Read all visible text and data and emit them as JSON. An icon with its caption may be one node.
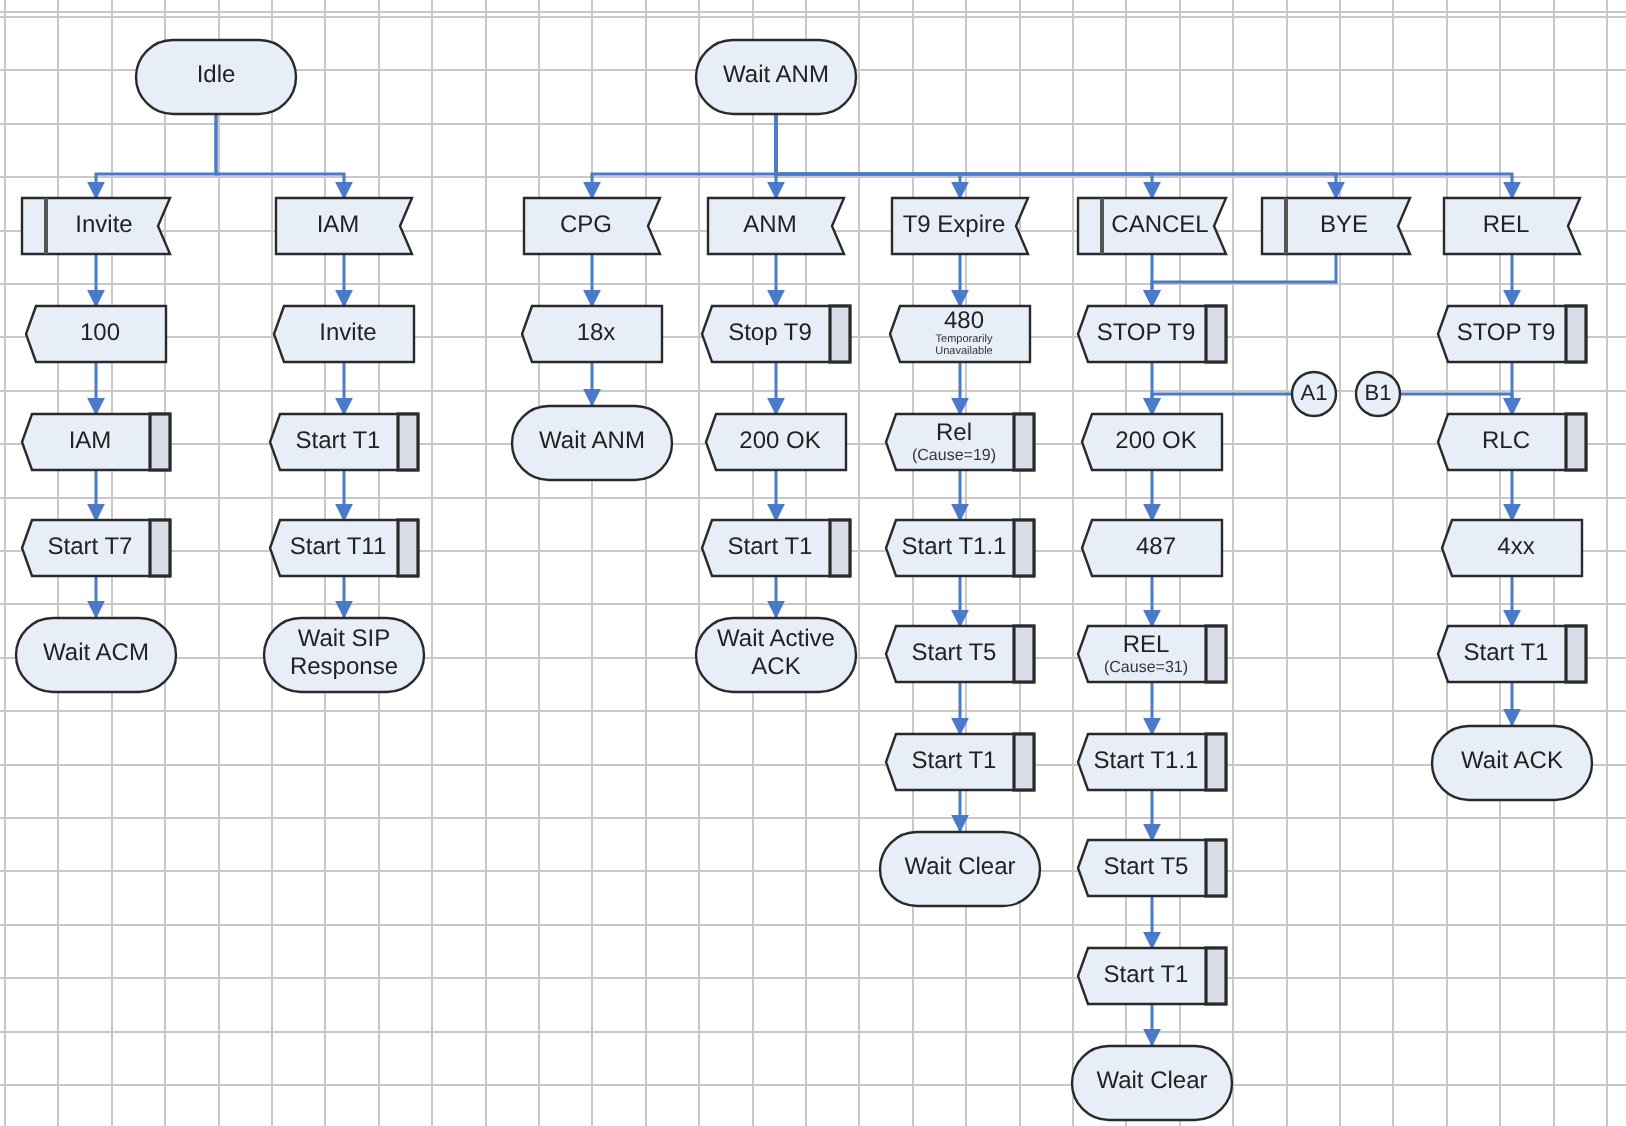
{
  "diagram": {
    "nodes": [
      {
        "text": [
          "Idle"
        ]
      },
      {
        "text": [
          "Wait ANM"
        ]
      },
      {
        "text": [
          "Invite"
        ]
      },
      {
        "text": [
          "IAM"
        ]
      },
      {
        "text": [
          "CPG"
        ]
      },
      {
        "text": [
          "ANM"
        ]
      },
      {
        "text": [
          "T9 Expire"
        ]
      },
      {
        "text": [
          "CANCEL"
        ]
      },
      {
        "text": [
          "BYE"
        ]
      },
      {
        "text": [
          "REL"
        ]
      },
      {
        "text": [
          "100"
        ]
      },
      {
        "text": [
          "Invite"
        ]
      },
      {
        "text": [
          "18x"
        ]
      },
      {
        "text": [
          "Stop T9"
        ]
      },
      {
        "text": [
          "480",
          "Temporarily Unavailable"
        ]
      },
      {
        "text": [
          "STOP T9"
        ]
      },
      {
        "text": [
          "STOP T9"
        ]
      },
      {
        "text": [
          "A1"
        ]
      },
      {
        "text": [
          "B1"
        ]
      },
      {
        "text": [
          "IAM"
        ]
      },
      {
        "text": [
          "Start T1"
        ]
      },
      {
        "text": [
          "Wait ANM"
        ]
      },
      {
        "text": [
          "200 OK"
        ]
      },
      {
        "text": [
          "Rel",
          "(Cause=19)"
        ]
      },
      {
        "text": [
          "200 OK"
        ]
      },
      {
        "text": [
          "RLC"
        ]
      },
      {
        "text": [
          "Start T7"
        ]
      },
      {
        "text": [
          "Start T11"
        ]
      },
      {
        "text": [
          "Start T1"
        ]
      },
      {
        "text": [
          "Start T1.1"
        ]
      },
      {
        "text": [
          "487"
        ]
      },
      {
        "text": [
          "4xx"
        ]
      },
      {
        "text": [
          "Wait ACM"
        ]
      },
      {
        "text": [
          "Wait SIP Response"
        ]
      },
      {
        "text": [
          "Wait Active ACK"
        ]
      },
      {
        "text": [
          "Start T5"
        ]
      },
      {
        "text": [
          "REL",
          "(Cause=31)"
        ]
      },
      {
        "text": [
          "Start T1"
        ]
      },
      {
        "text": [
          "Start T1"
        ]
      },
      {
        "text": [
          "Start T1.1"
        ]
      },
      {
        "text": [
          "Wait ACK"
        ]
      },
      {
        "text": [
          "Wait Clear"
        ]
      },
      {
        "text": [
          "Start T5"
        ]
      },
      {
        "text": [
          "Start T1"
        ]
      },
      {
        "text": [
          "Wait Clear"
        ]
      }
    ],
    "edges": [
      {
        "from": 0,
        "to": 2,
        "arrow": "to"
      },
      {
        "from": 0,
        "to": 3,
        "arrow": "to"
      },
      {
        "from": 1,
        "to": 4,
        "arrow": "to"
      },
      {
        "from": 1,
        "to": 5,
        "arrow": "to"
      },
      {
        "from": 1,
        "to": 6,
        "arrow": "to"
      },
      {
        "from": 1,
        "to": 7,
        "arrow": "to"
      },
      {
        "from": 1,
        "to": 8,
        "arrow": "to"
      },
      {
        "from": 1,
        "to": 9,
        "arrow": "to"
      },
      {
        "from": 2,
        "to": 10,
        "arrow": "to"
      },
      {
        "from": 10,
        "to": 19,
        "arrow": "to"
      },
      {
        "from": 19,
        "to": 26,
        "arrow": "to"
      },
      {
        "from": 26,
        "to": 32,
        "arrow": "to"
      },
      {
        "from": 3,
        "to": 11,
        "arrow": "to"
      },
      {
        "from": 11,
        "to": 20,
        "arrow": "to"
      },
      {
        "from": 20,
        "to": 27,
        "arrow": "to"
      },
      {
        "from": 27,
        "to": 33,
        "arrow": "to"
      },
      {
        "from": 4,
        "to": 12,
        "arrow": "to"
      },
      {
        "from": 12,
        "to": 21,
        "arrow": "to"
      },
      {
        "from": 5,
        "to": 13,
        "arrow": "to"
      },
      {
        "from": 13,
        "to": 22,
        "arrow": "to"
      },
      {
        "from": 22,
        "to": 28,
        "arrow": "to"
      },
      {
        "from": 28,
        "to": 34,
        "arrow": "to"
      },
      {
        "from": 6,
        "to": 14,
        "arrow": "to"
      },
      {
        "from": 14,
        "to": 23,
        "arrow": "to"
      },
      {
        "from": 23,
        "to": 29,
        "arrow": "to"
      },
      {
        "from": 29,
        "to": 35,
        "arrow": "to"
      },
      {
        "from": 35,
        "to": 38,
        "arrow": "to"
      },
      {
        "from": 38,
        "to": 41,
        "arrow": "to"
      },
      {
        "from": 7,
        "to": 15,
        "arrow": "to"
      },
      {
        "from": 8,
        "to": 15,
        "arrow": "to"
      },
      {
        "from": 15,
        "to": 24,
        "arrow": "to"
      },
      {
        "from": 17,
        "to": 24,
        "arrow": "to"
      },
      {
        "from": 24,
        "to": 30,
        "arrow": "to"
      },
      {
        "from": 30,
        "to": 36,
        "arrow": "to"
      },
      {
        "from": 36,
        "to": 39,
        "arrow": "to"
      },
      {
        "from": 39,
        "to": 42,
        "arrow": "to"
      },
      {
        "from": 42,
        "to": 43,
        "arrow": "to"
      },
      {
        "from": 43,
        "to": 44,
        "arrow": "to"
      },
      {
        "from": 9,
        "to": 16,
        "arrow": "to"
      },
      {
        "from": 16,
        "to": 25,
        "arrow": "to"
      },
      {
        "from": 18,
        "to": 25,
        "arrow": "to"
      },
      {
        "from": 25,
        "to": 31,
        "arrow": "to"
      },
      {
        "from": 31,
        "to": 37,
        "arrow": "to"
      },
      {
        "from": 37,
        "to": 40,
        "arrow": "to"
      }
    ]
  }
}
